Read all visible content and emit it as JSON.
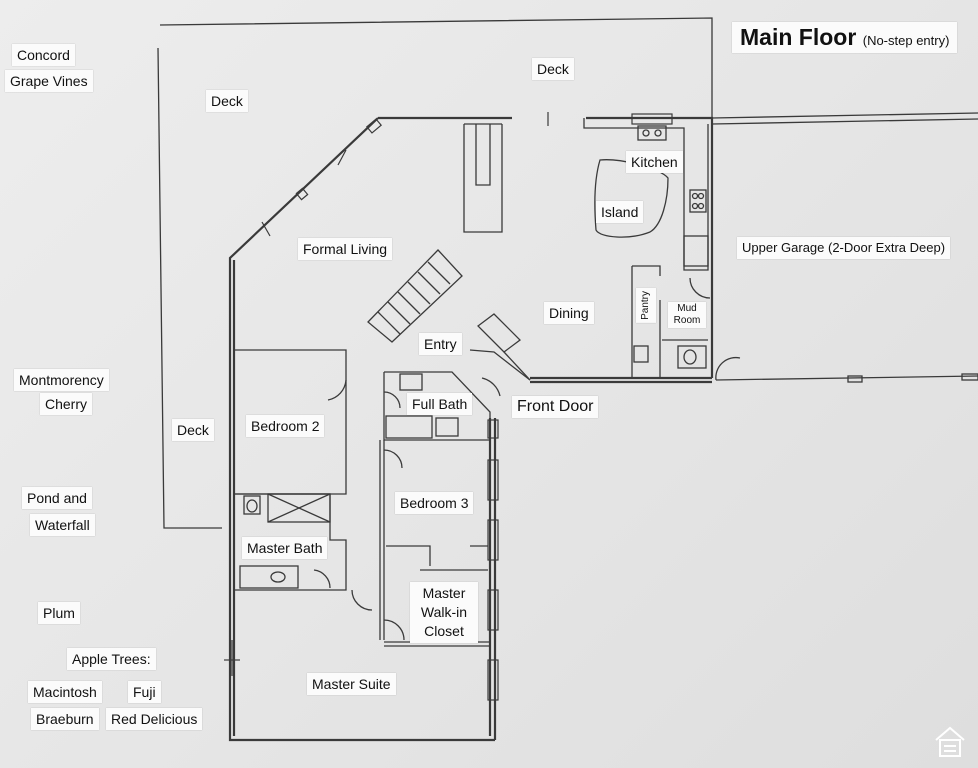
{
  "title": {
    "main": "Main Floor",
    "sub": "(No-step entry)"
  },
  "rooms": {
    "kitchen": "Kitchen",
    "island": "Island",
    "formal_living": "Formal Living",
    "dining": "Dining",
    "pantry": "Pantry",
    "mud_room": "Mud Room",
    "entry": "Entry",
    "full_bath": "Full Bath",
    "front_door": "Front Door",
    "bedroom_2": "Bedroom 2",
    "bedroom_3": "Bedroom 3",
    "master_bath": "Master Bath",
    "master_walkin_closet": "Master Walk-in Closet",
    "master_suite": "Master Suite",
    "upper_garage": "Upper Garage (2-Door Extra Deep)"
  },
  "decks": {
    "top_left": "Deck",
    "top_center": "Deck",
    "left": "Deck"
  },
  "yard": {
    "concord_1": "Concord",
    "concord_2": "Grape Vines",
    "montmorency_1": "Montmorency",
    "montmorency_2": "Cherry",
    "pond_1": "Pond and",
    "pond_2": "Waterfall",
    "plum": "Plum",
    "apple_trees": "Apple Trees:",
    "macintosh": "Macintosh",
    "fuji": "Fuji",
    "braeburn": "Braeburn",
    "red_delicious": "Red Delicious"
  },
  "colors": {
    "wall": "#3a3a3a",
    "paper": "#e8e8e8",
    "label_bg": "#fbfbfb"
  },
  "icons": {
    "logo": "house-mls-logo-icon"
  }
}
